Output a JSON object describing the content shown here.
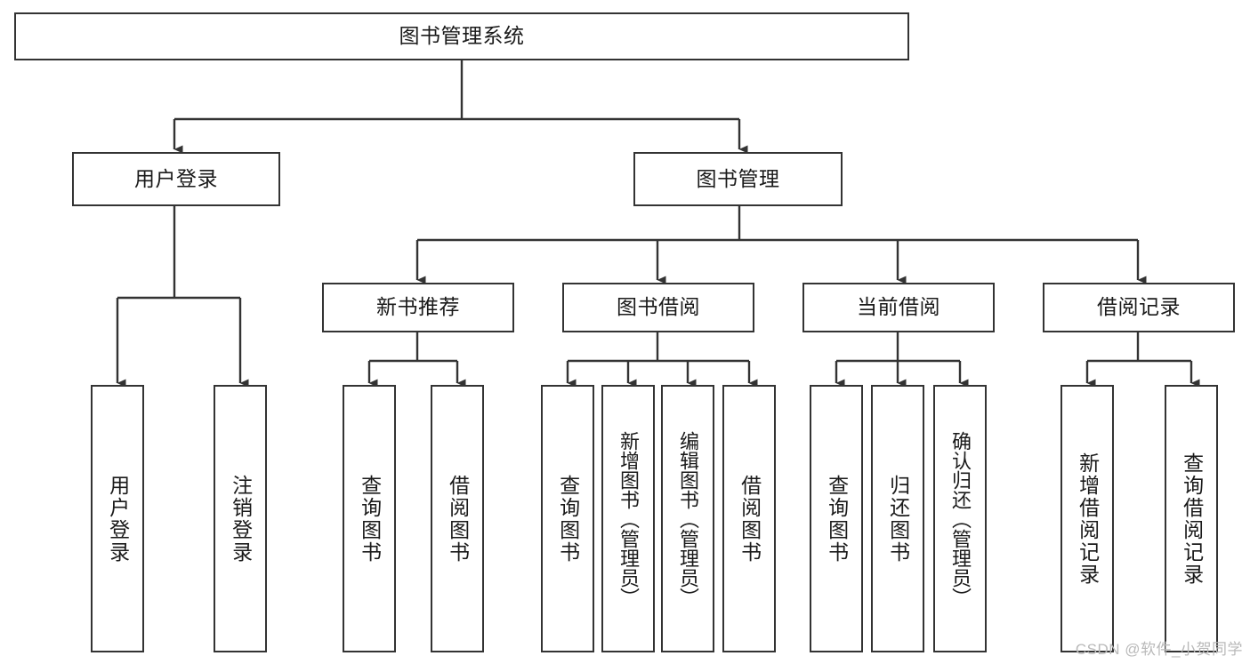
{
  "diagram": {
    "title": "图书管理系统",
    "type": "tree-hierarchy-chart",
    "root": {
      "label": "图书管理系统"
    },
    "level2": [
      {
        "label": "用户登录"
      },
      {
        "label": "图书管理"
      }
    ],
    "level3": [
      {
        "label": "新书推荐"
      },
      {
        "label": "图书借阅"
      },
      {
        "label": "当前借阅"
      },
      {
        "label": "借阅记录"
      }
    ],
    "leaves": {
      "user_login": [
        {
          "label": "用户登录"
        },
        {
          "label": "注销登录"
        }
      ],
      "new_book_recommend": [
        {
          "label": "查询图书"
        },
        {
          "label": "借阅图书"
        }
      ],
      "book_borrow": [
        {
          "label": "查询图书"
        },
        {
          "label": "新增图书（管理员）"
        },
        {
          "label": "编辑图书（管理员）"
        },
        {
          "label": "借阅图书"
        }
      ],
      "current_borrow": [
        {
          "label": "查询图书"
        },
        {
          "label": "归还图书"
        },
        {
          "label": "确认归还（管理员）"
        }
      ],
      "borrow_record": [
        {
          "label": "新增借阅记录"
        },
        {
          "label": "查询借阅记录"
        }
      ]
    }
  },
  "watermark": {
    "text": "CSDN @软件_小贺同学"
  },
  "colors": {
    "stroke": "#333333",
    "background": "#ffffff",
    "text": "#1a1a1a",
    "watermark": "#b9b9b9"
  }
}
